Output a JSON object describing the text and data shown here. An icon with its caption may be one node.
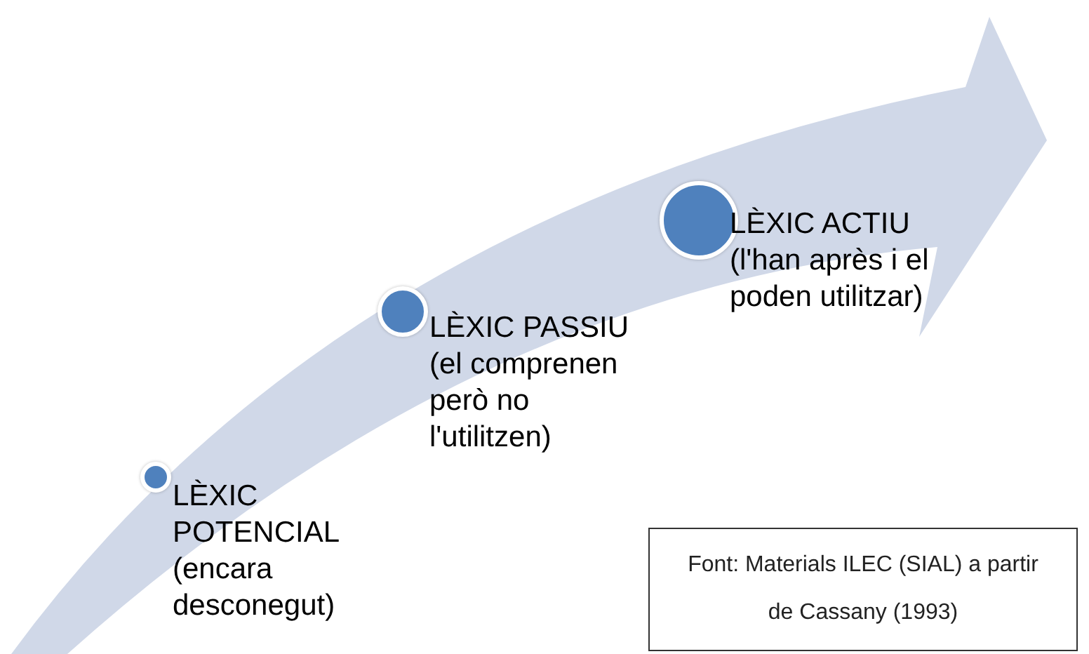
{
  "diagram": {
    "nodes": [
      {
        "text": [
          "LÈXIC POTENCIAL (encara desconegut)"
        ]
      },
      {
        "text": [
          "LÈXIC PASSIU (el comprenen però no l'utilitzen)"
        ]
      },
      {
        "text": [
          "LÈXIC ACTIU (l'han après i el poden utilitzar)"
        ]
      },
      {
        "text": [
          "Font: Materials ILEC (SIAL) a partir de Cassany (1993)"
        ]
      }
    ]
  }
}
